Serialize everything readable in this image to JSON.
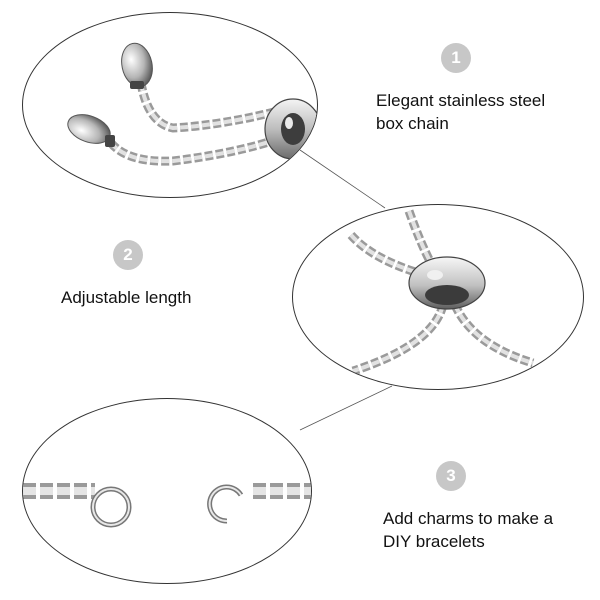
{
  "features": [
    {
      "number": "1",
      "lines": [
        "Elegant stainless steel",
        "box chain"
      ]
    },
    {
      "number": "2",
      "lines": [
        "Adjustable length"
      ]
    },
    {
      "number": "3",
      "lines": [
        "Add charms to make a",
        "DIY bracelets"
      ]
    }
  ],
  "colors": {
    "badge": "#c7c7c7",
    "steel_light": "#e6e6e6",
    "steel_dark": "#6b6b6b",
    "outline": "#333333"
  },
  "icons": [
    "steel-bead-icon",
    "slider-bead-icon",
    "jump-ring-icon"
  ]
}
